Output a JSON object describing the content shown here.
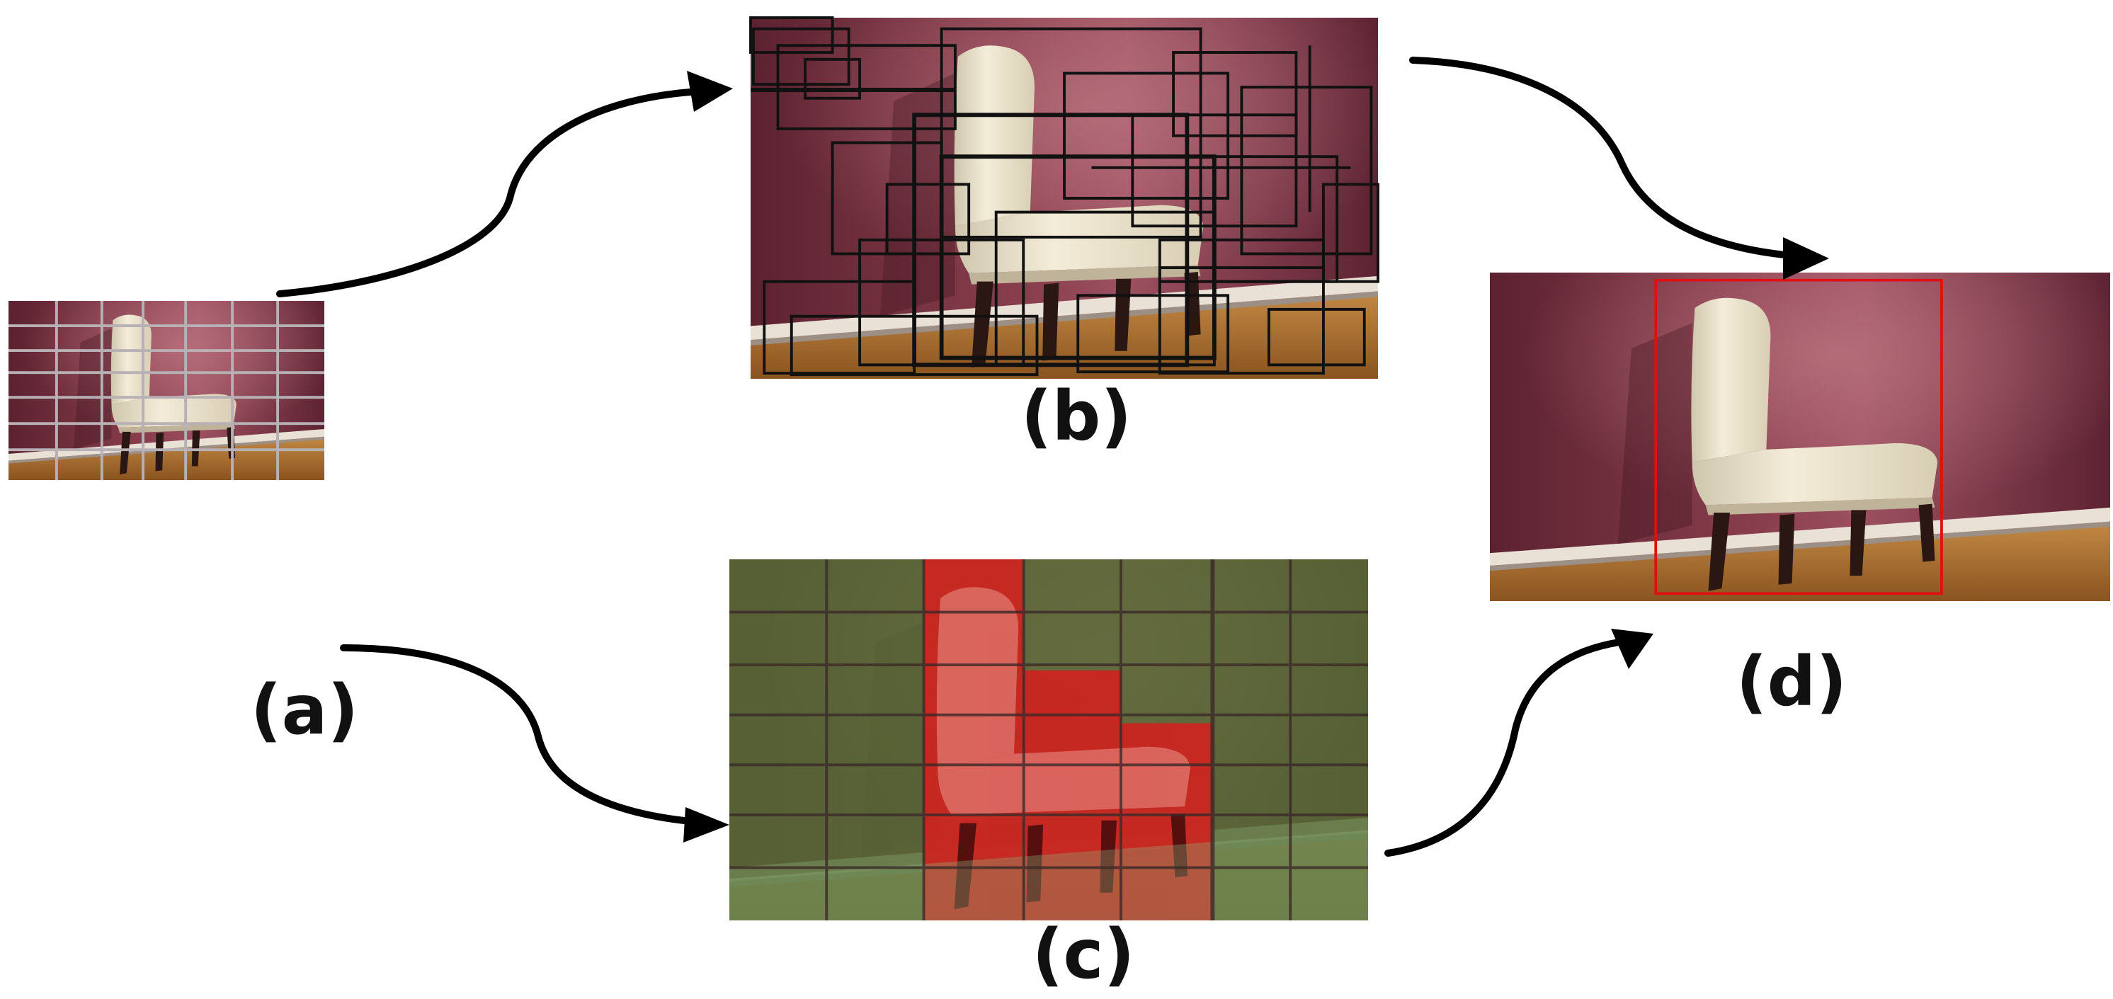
{
  "labels": {
    "a": "(a)",
    "b": "(b)",
    "c": "(c)",
    "d": "(d)"
  },
  "colors": {
    "wall": "#6e2d3b",
    "wall_highlight": "#b56673",
    "floor": "#b87a34",
    "chair": "#ece4cf",
    "chair_shadow": "#c9bfa6",
    "legs": "#2a1612",
    "grid_line": "#b7b0b4",
    "proposal_box": "#111111",
    "background_cell": "#556b35",
    "object_cell": "#d0221f",
    "detection_box": "#e01010",
    "arrow": "#000000"
  },
  "icons": {
    "arrow": "curved-arrow-icon"
  }
}
